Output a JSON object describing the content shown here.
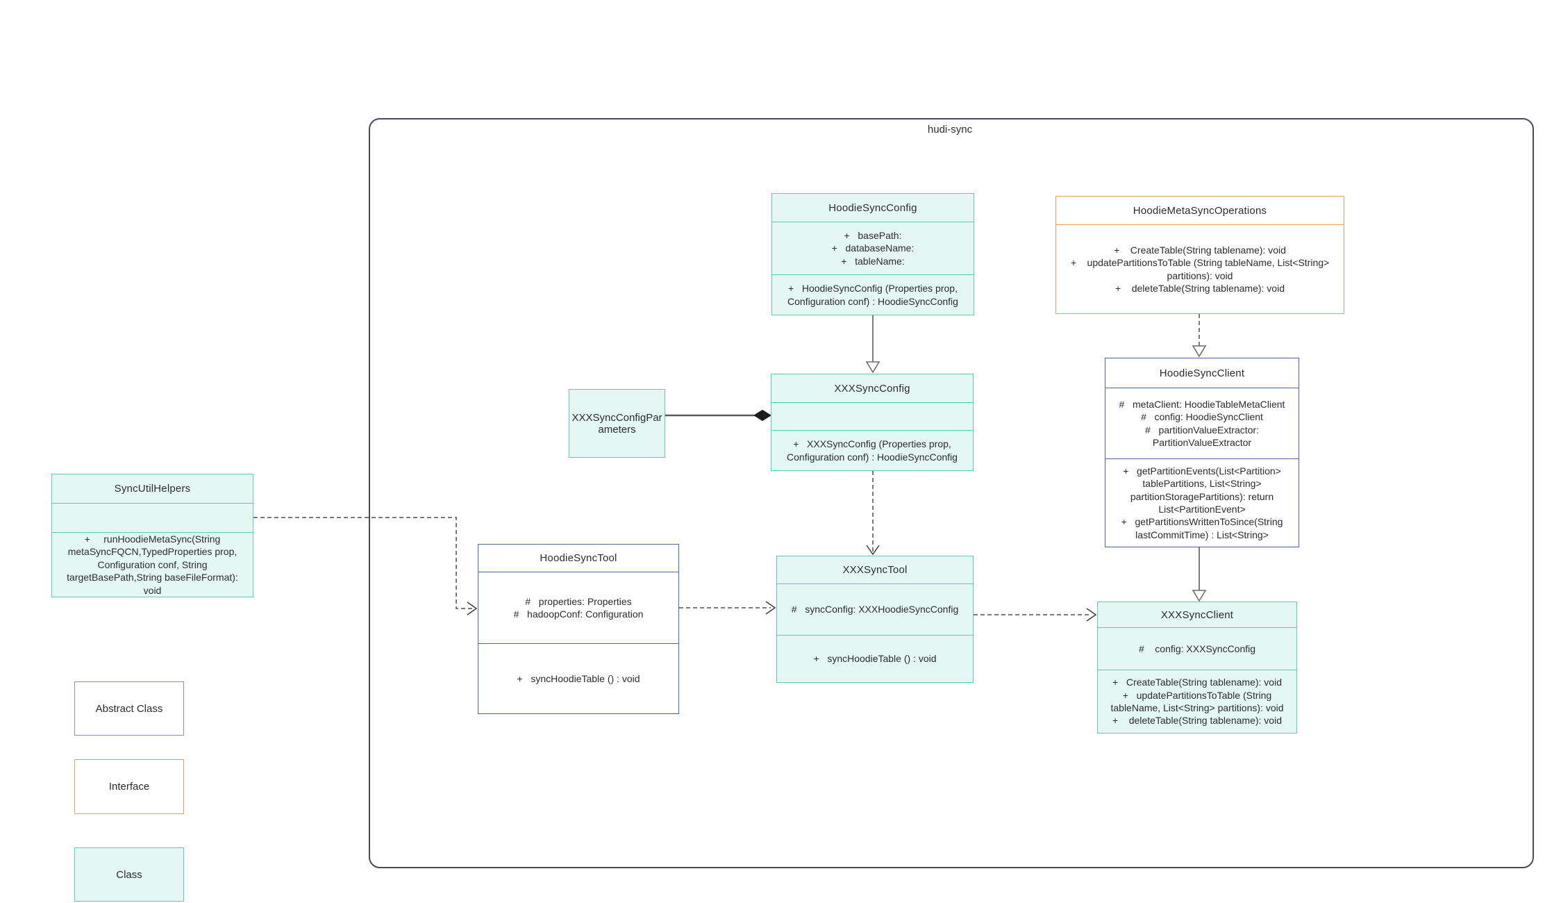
{
  "colors": {
    "teal_fill": "#e4f7f3",
    "teal_border": "#5dcabe",
    "abstract_border": "#4e66a0",
    "legend_abstract_border": "#8092c8",
    "interface_border": "#d8a465",
    "container_border": "#474a5e",
    "line": "#7a7a7a",
    "text": "#2b2b2b"
  },
  "group": {
    "label": "hudi-sync"
  },
  "legend": [
    {
      "label": "Abstract Class"
    },
    {
      "label": "Interface"
    },
    {
      "label": "Class"
    }
  ],
  "classes": {
    "hoodie_sync_config": {
      "title": "HoodieSyncConfig",
      "attributes": [
        "+   basePath:",
        "+   databaseName:",
        "+   tableName:"
      ],
      "methods": [
        "+   HoodieSyncConfig (Properties prop,\nConfiguration conf) : HoodieSyncConfig"
      ]
    },
    "hoodie_meta_sync_operations": {
      "title": "HoodieMetaSyncOperations",
      "methods": [
        "+    CreateTable(String tablename): void",
        "+    updatePartitionsToTable (String tableName, List<String>\npartitions): void",
        "+    deleteTable(String tablename): void"
      ]
    },
    "xxx_sync_config_parameters": {
      "title": "XXXSyncConfigPar\nameters"
    },
    "xxx_sync_config": {
      "title": "XXXSyncConfig",
      "attributes": [],
      "methods": [
        "+   XXXSyncConfig (Properties prop,\nConfiguration conf) : HoodieSyncConfig"
      ]
    },
    "hoodie_sync_client": {
      "title": "HoodieSyncClient",
      "attributes": [
        "#   metaClient: HoodieTableMetaClient",
        "#   config: HoodieSyncClient",
        "#   partitionValueExtractor:\nPartitionValueExtractor"
      ],
      "methods": [
        "+   getPartitionEvents(List<Partition>\ntablePartitions, List<String>\npartitionStoragePartitions): return\nList<PartitionEvent>",
        "+   getPartitionsWrittenToSince(String\nlastCommitTime) : List<String>"
      ]
    },
    "sync_util_helpers": {
      "title": "SyncUtilHelpers",
      "attributes": [],
      "methods": [
        "+     runHoodieMetaSync(String\nmetaSyncFQCN,TypedProperties prop,\nConfiguration conf, String\ntargetBasePath,String baseFileFormat): void"
      ]
    },
    "hoodie_sync_tool": {
      "title": "HoodieSyncTool",
      "attributes": [
        "#   properties: Properties",
        "#   hadoopConf: Configuration"
      ],
      "methods": [
        "+   syncHoodieTable () : void"
      ]
    },
    "xxx_sync_tool": {
      "title": "XXXSyncTool",
      "attributes": [
        "#   syncConfig: XXXHoodieSyncConfig"
      ],
      "methods": [
        "+   syncHoodieTable () : void"
      ]
    },
    "xxx_sync_client": {
      "title": "XXXSyncClient",
      "attributes": [
        "#    config: XXXSyncConfig"
      ],
      "methods": [
        "+   CreateTable(String tablename): void",
        "+   updatePartitionsToTable (String\ntableName, List<String> partitions): void",
        "+    deleteTable(String tablename): void"
      ]
    }
  }
}
